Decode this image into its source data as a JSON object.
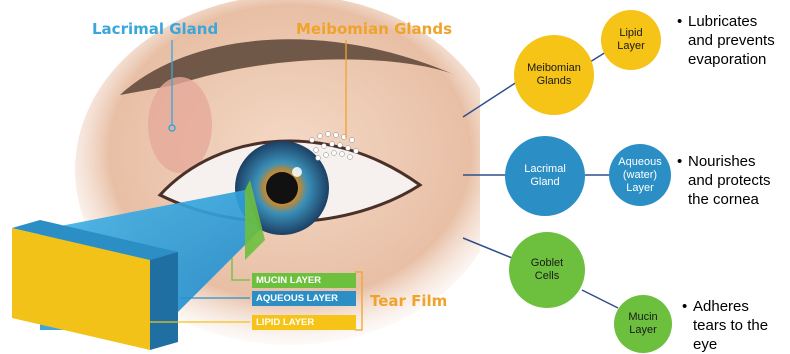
{
  "illustration": {
    "lacrimal_label": "Lacrimal Gland",
    "meibomian_label": "Meibomian Glands",
    "tear_film_label": "Tear Film",
    "layers": [
      {
        "label": "MUCIN LAYER",
        "color": "#6dbf3e"
      },
      {
        "label": "AQUEOUS LAYER",
        "color": "#2b8fc6"
      },
      {
        "label": "LIPID LAYER",
        "color": "#f6c417"
      }
    ]
  },
  "diagram": {
    "meibomian": {
      "label": "Meibomian\nGlands",
      "child": "Lipid\nLayer",
      "bullet": "Lubricates\nand prevents\nevaporation",
      "color": "#f6c417"
    },
    "lacrimal": {
      "label": "Lacrimal\nGland",
      "child": "Aqueous\n(water)\nLayer",
      "bullet": "Nourishes\nand protects\nthe cornea",
      "color": "#2b8fc6"
    },
    "goblet": {
      "label": "Goblet\nCells",
      "child": "Mucin\nLayer",
      "bullet": "Adheres\ntears to the\neye",
      "color": "#6dbf3e"
    },
    "connector_color": "#2f4f8a",
    "bullet_char": "•"
  }
}
